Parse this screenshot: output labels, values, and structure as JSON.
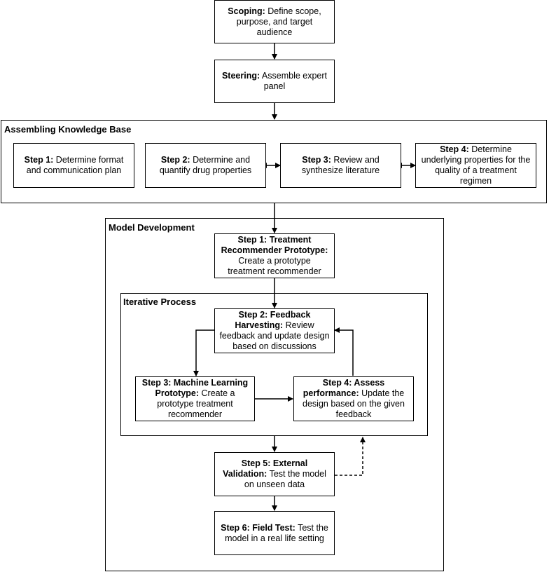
{
  "top": {
    "scoping": {
      "title": "Scoping:",
      "text": " Define scope, purpose, and target audience"
    },
    "steering": {
      "title": "Steering:",
      "text": " Assemble expert panel"
    }
  },
  "knowledge_base": {
    "title": "Assembling Knowledge Base",
    "steps": [
      {
        "title": "Step 1:",
        "text": " Determine format and communication plan"
      },
      {
        "title": "Step 2:",
        "text": " Determine and quantify drug properties"
      },
      {
        "title": "Step 3:",
        "text": " Review and synthesize literature"
      },
      {
        "title": "Step 4:",
        "text": " Determine underlying properties for the quality of a treatment regimen"
      }
    ]
  },
  "model_development": {
    "title": "Model Development",
    "step1": {
      "title": "Step 1: Treatment Recommender Prototype:",
      "text": " Create a prototype treatment recommender"
    },
    "iterative": {
      "title": "Iterative Process",
      "step2": {
        "title": "Step 2: Feedback Harvesting:",
        "text": " Review feedback and update design based on discussions"
      },
      "step3": {
        "title": "Step 3: Machine Learning Prototype:",
        "text": " Create a prototype treatment recommender"
      },
      "step4": {
        "title": "Step 4: Assess performance:",
        "text": " Update the design based on the given feedback"
      }
    },
    "step5": {
      "title": "Step 5: External Validation:",
      "text": " Test the model on unseen data"
    },
    "step6": {
      "title": "Step 6: Field Test:",
      "text": " Test the model in a real life setting"
    }
  }
}
